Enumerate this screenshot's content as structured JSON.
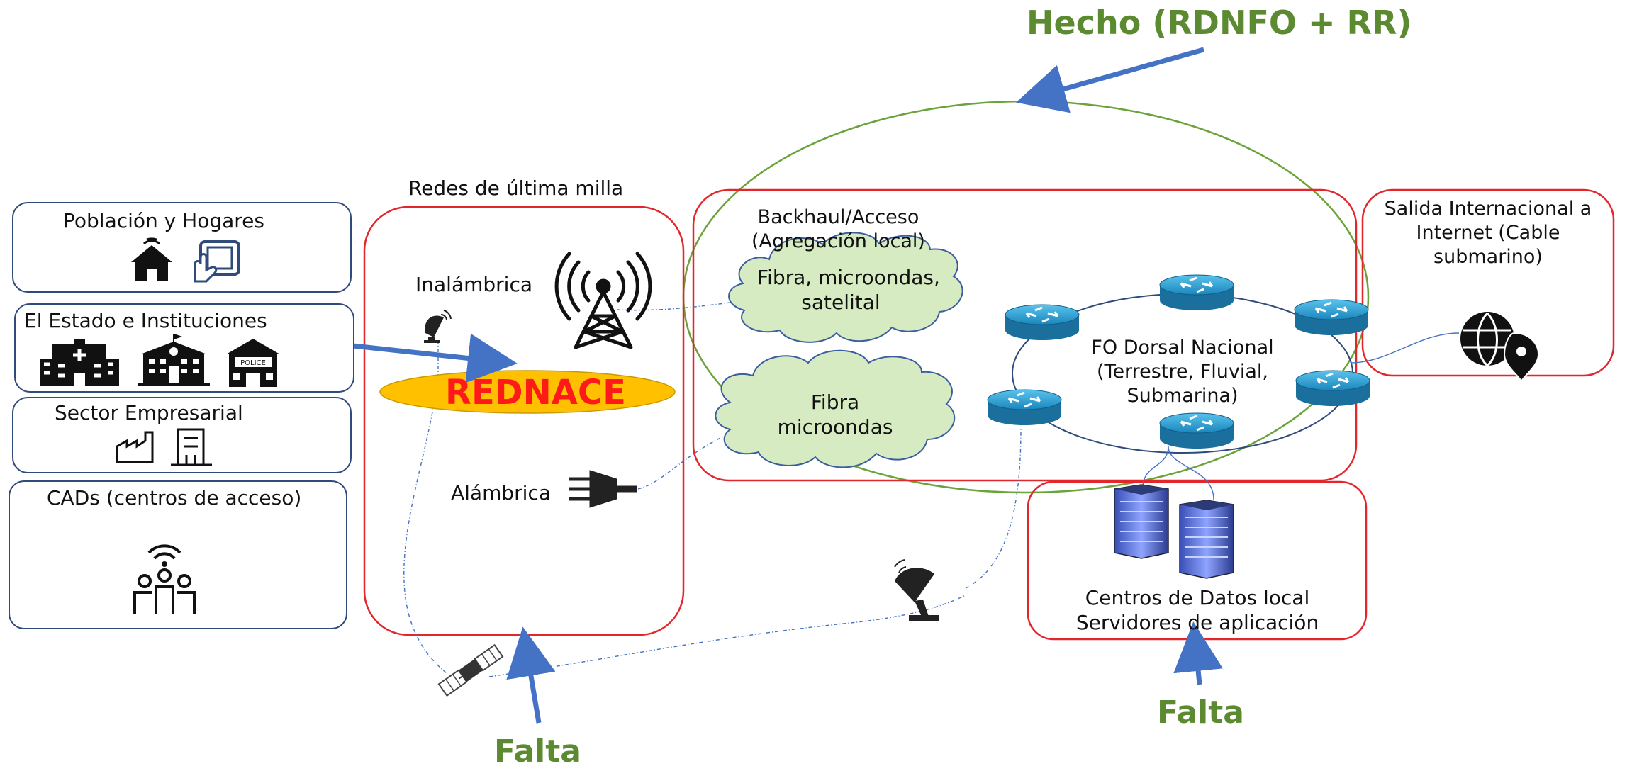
{
  "status_labels": {
    "hecho": "Hecho (RDNFO + RR)",
    "falta_left": "Falta",
    "falta_right": "Falta"
  },
  "user_groups": [
    {
      "label": "Población y Hogares"
    },
    {
      "label": "El Estado e Instituciones"
    },
    {
      "label": "Sector Empresarial"
    },
    {
      "label": "CADs (centros de acceso)"
    }
  ],
  "last_mile": {
    "title": "Redes de última milla",
    "wireless": "Inalámbrica",
    "wired": "Alámbrica",
    "network_name": "REDNACE"
  },
  "backhaul": {
    "title_line1": "Backhaul/Acceso",
    "title_line2": "(Agregación local)",
    "cloud1_line1": "Fibra, microondas,",
    "cloud1_line2": "satelital",
    "cloud2_line1": "Fibra",
    "cloud2_line2": "microondas"
  },
  "backbone": {
    "line1": "FO Dorsal Nacional",
    "line2": "(Terrestre, Fluvial,",
    "line3": "Submarina)"
  },
  "international": {
    "line1": "Salida Internacional a",
    "line2": "Internet (Cable",
    "line3": "submarino)"
  },
  "datacenter": {
    "line1": "Centros de Datos local",
    "line2": "Servidores de aplicación"
  },
  "icon_texts": {
    "police": "POLICE"
  },
  "colors": {
    "box_red": "#e3262c",
    "box_blue": "#2f4b7c",
    "ellipse_green": "#6aa33a",
    "arrow_blue": "#4472c4",
    "label_green": "#5b8a30",
    "cloud_fill": "#d7ebc2",
    "cloud_stroke": "#3b5ea0",
    "rednace_fill": "#ffc000",
    "rednace_text": "#ff1a1a",
    "router_blue": "#1f8fc0"
  }
}
